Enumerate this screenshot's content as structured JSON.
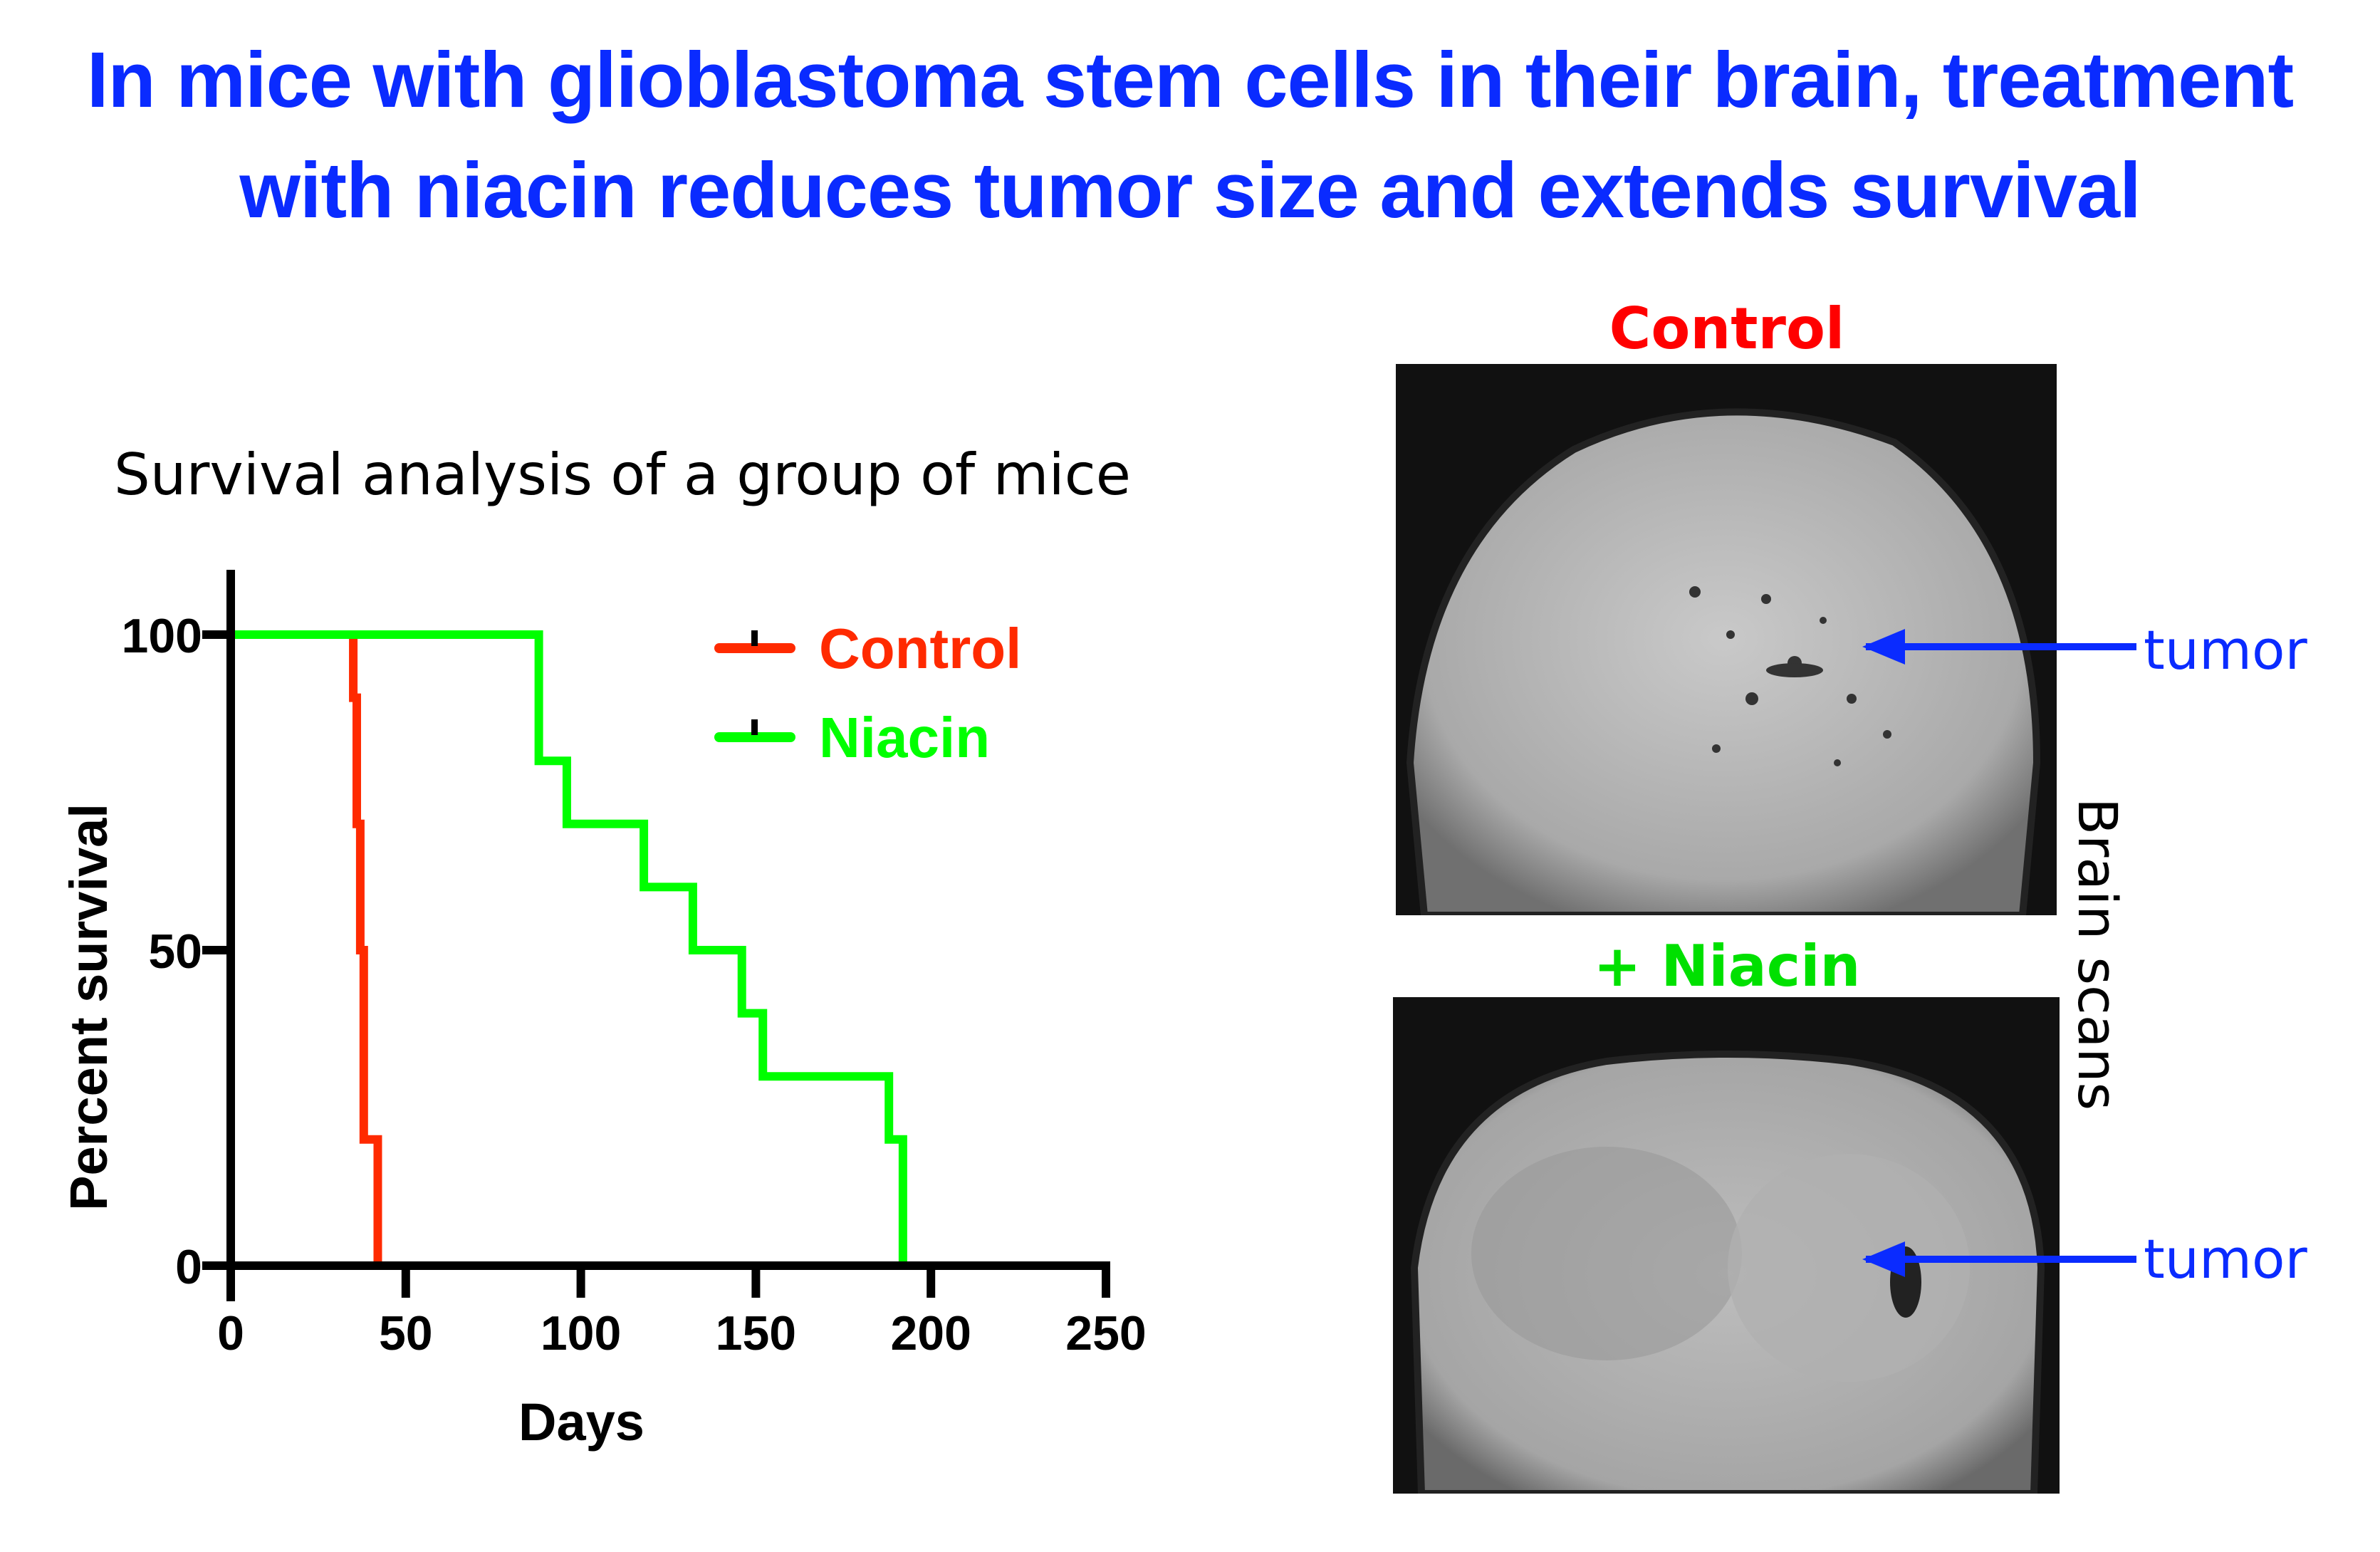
{
  "title_lines": [
    "In mice with glioblastoma stem cells in their brain, treatment",
    "with niacin reduces tumor size and extends survival"
  ],
  "chart_data": {
    "type": "line",
    "step": true,
    "title": "Survival analysis of a group of mice",
    "xlabel": "Days",
    "ylabel": "Percent survival",
    "xlim": [
      0,
      250
    ],
    "ylim": [
      0,
      100
    ],
    "xticks": [
      "0",
      "50",
      "100",
      "150",
      "200",
      "250"
    ],
    "yticks": [
      "0",
      "50",
      "100"
    ],
    "legend_position": "top-right",
    "series": [
      {
        "name": "Control",
        "color": "#ff2a00",
        "x": [
          0,
          35,
          36,
          37,
          38,
          42
        ],
        "y": [
          100,
          90,
          70,
          50,
          20,
          0
        ]
      },
      {
        "name": "Niacin",
        "color": "#00ff00",
        "x": [
          0,
          88,
          96,
          118,
          132,
          146,
          152,
          188,
          192
        ],
        "y": [
          100,
          80,
          70,
          60,
          50,
          40,
          30,
          20,
          0
        ]
      }
    ]
  },
  "scans": {
    "control_label": "Control",
    "niacin_label": "+ Niacin",
    "tumor_label": "tumor",
    "side_label": "Brain scans",
    "control_color": "#ff0000",
    "niacin_color": "#00e000",
    "arrow_color": "#0a2bff"
  }
}
